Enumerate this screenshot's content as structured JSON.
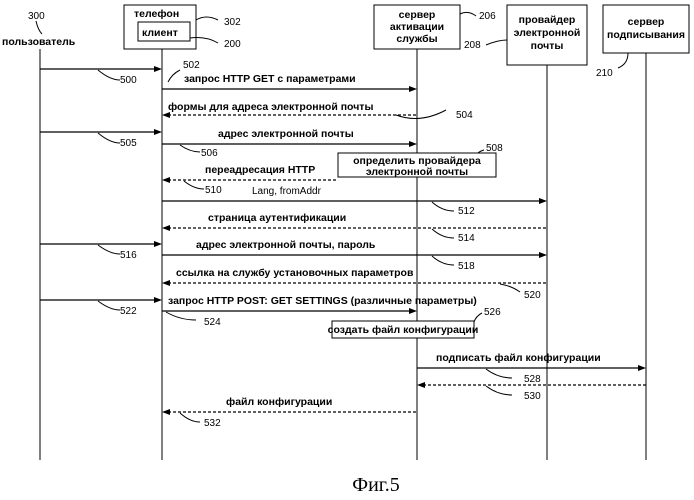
{
  "actors": {
    "user": {
      "label": "пользователь",
      "ref": "300"
    },
    "phone": {
      "label": "телефон",
      "ref": "302",
      "client_label": "клиент",
      "client_ref": "200"
    },
    "activation": {
      "label_lines": [
        "сервер",
        "активации",
        "службы"
      ],
      "ref": "206"
    },
    "mail": {
      "label_lines": [
        "провайдер",
        "электронной",
        "почты"
      ],
      "ref": "208"
    },
    "signing": {
      "label_lines": [
        "сервер",
        "подписывания"
      ],
      "ref": "210"
    }
  },
  "messages": [
    {
      "id": "m500",
      "text": "",
      "ref": "500"
    },
    {
      "id": "m502",
      "text": "запрос HTTP GET с параметрами",
      "ref": "502"
    },
    {
      "id": "m504",
      "text": "формы для адреса электронной почты",
      "ref": "504"
    },
    {
      "id": "m505",
      "text": "",
      "ref": "505"
    },
    {
      "id": "m506",
      "text": "адрес электронной почты",
      "ref": "506"
    },
    {
      "id": "m510",
      "text": "переадресация HTTP",
      "ref": "510"
    },
    {
      "id": "m512",
      "text": "Lang, fromAddr",
      "ref": "512"
    },
    {
      "id": "m514",
      "text": "страница аутентификации",
      "ref": "514"
    },
    {
      "id": "m516",
      "text": "",
      "ref": "516"
    },
    {
      "id": "m518",
      "text": "адрес электронной почты, пароль",
      "ref": "518"
    },
    {
      "id": "m520",
      "text": "ссылка на службу установочных параметров",
      "ref": "520"
    },
    {
      "id": "m522",
      "text": "",
      "ref": "522"
    },
    {
      "id": "m524",
      "text": "запрос HTTP POST: GET SETTINGS (различные параметры)",
      "ref": "524"
    },
    {
      "id": "m528",
      "text": "подписать файл конфигурации",
      "ref": "528"
    },
    {
      "id": "m530",
      "text": "",
      "ref": "530"
    },
    {
      "id": "m532",
      "text": "файл конфигурации",
      "ref": "532"
    }
  ],
  "notes": {
    "n508": {
      "lines": [
        "определить провайдера",
        "электронной почты"
      ],
      "ref": "508"
    },
    "n526": {
      "lines": [
        "создать файл конфигурации"
      ],
      "ref": "526"
    }
  },
  "figure_label": "Фиг.5"
}
